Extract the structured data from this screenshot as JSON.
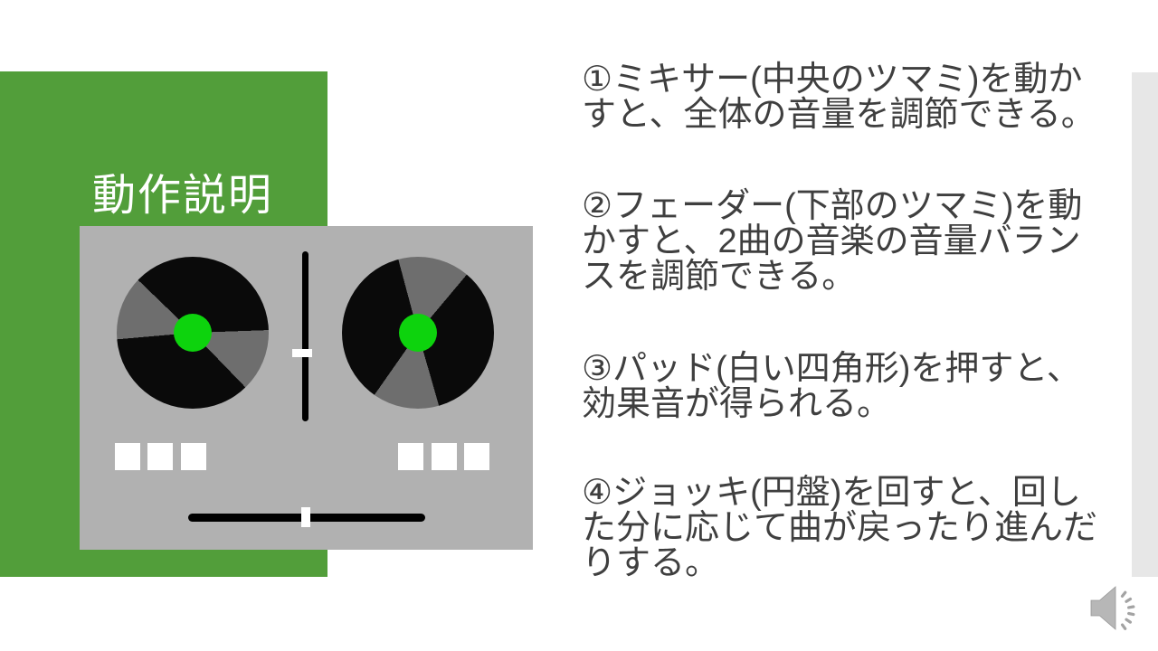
{
  "slide": {
    "title": "動作説明",
    "colors": {
      "accent_green": "#529e3a",
      "panel_gray": "#b1b1b1",
      "strip_gray": "#e7e7e7",
      "body_text": "#3f3f3f",
      "disc_black": "#0a0a0a",
      "disc_wedge_gray": "#6e6e6e",
      "knob_green": "#0dd30d",
      "pad_white": "#ffffff"
    }
  },
  "instructions": [
    {
      "text": "①ミキサー(中央のツマミ)を動か\nすと、全体の音量を調節できる。"
    },
    {
      "text": "②フェーダー(下部のツマミ)を動\nかすと、2曲の音楽の音量バラン\nスを調節できる。"
    },
    {
      "text": "③パッド(白い四角形)を押すと、\n効果音が得られる。"
    },
    {
      "text": "④ジョッキ(円盤)を回すと、回し\nた分に応じて曲が戻ったり進んだ\nりする。"
    }
  ],
  "audio": {
    "icon": "speaker-icon"
  }
}
